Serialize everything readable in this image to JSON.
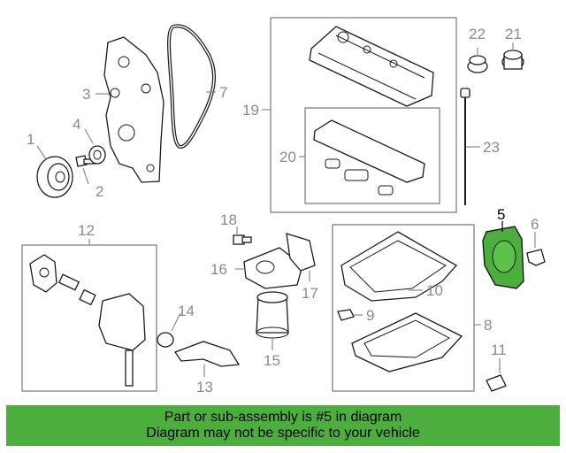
{
  "callouts": {
    "c1": "1",
    "c2": "2",
    "c3": "3",
    "c4": "4",
    "c5": "5",
    "c6": "6",
    "c7": "7",
    "c8": "8",
    "c9": "9",
    "c10": "10",
    "c11": "11",
    "c12": "12",
    "c13": "13",
    "c14": "14",
    "c15": "15",
    "c16": "16",
    "c17": "17",
    "c18": "18",
    "c19": "19",
    "c20": "20",
    "c21": "21",
    "c22": "22",
    "c23": "23"
  },
  "highlighted_part": "5",
  "colors": {
    "highlight": "#4cae3c",
    "banner": "#4cae3c",
    "linework": "#1a1a1a",
    "callout": "#8a8a8a"
  },
  "banner": {
    "line1": "Part or sub-assembly is #5 in diagram",
    "line2": "Diagram may not be specific to your vehicle"
  }
}
